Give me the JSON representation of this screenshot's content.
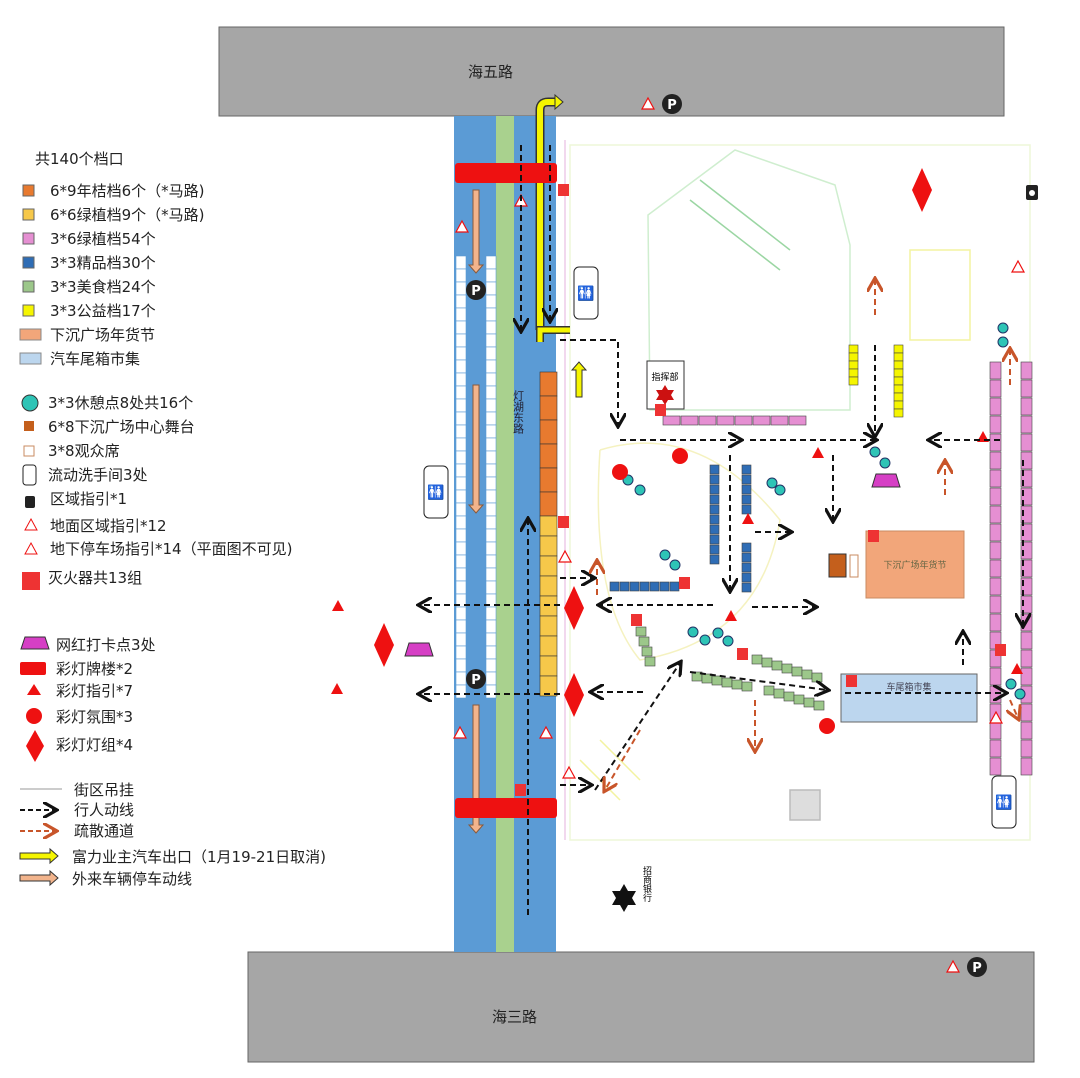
{
  "roads": {
    "top": "海五路",
    "bottom": "海三路",
    "vertical": "灯湖东路"
  },
  "places": {
    "command": "指挥部",
    "sunken_fair": "下沉广场年货节",
    "trunk_market": "车尾箱市集",
    "bank": "招商银行"
  },
  "legend": {
    "total": "共140个档口",
    "stalls": [
      {
        "label": "6*9年桔档6个（*马路)",
        "color": "#e87a2f"
      },
      {
        "label": "6*6绿植档9个（*马路)",
        "color": "#f6c84a"
      },
      {
        "label": "3*6绿植档54个",
        "color": "#e58fd2"
      },
      {
        "label": "3*3精品档30个",
        "color": "#2f6db5"
      },
      {
        "label": "3*3美食档24个",
        "color": "#9cc78a"
      },
      {
        "label": "3*3公益档17个",
        "color": "#f5f500"
      },
      {
        "label": "下沉广场年货节",
        "color": "#f2a67a"
      },
      {
        "label": "汽车尾箱市集",
        "color": "#bcd6ee"
      }
    ],
    "facilities": [
      {
        "label": "3*3休憩点8处共16个",
        "icon": "rest-point-icon"
      },
      {
        "label": "6*8下沉广场中心舞台",
        "icon": "stage-icon"
      },
      {
        "label": "3*8观众席",
        "icon": "audience-seat-icon"
      },
      {
        "label": "流动洗手间3处",
        "icon": "toilet-icon"
      },
      {
        "label": "区域指引*1",
        "icon": "trash-bin-icon"
      },
      {
        "label": "地面区域指引*12",
        "icon": "ground-guide-triangle-icon"
      },
      {
        "label": "地下停车场指引*14（平面图不可见)",
        "icon": "underground-parking-triangle-icon"
      },
      {
        "label": "灭火器共13组",
        "icon": "fire-extinguisher-icon"
      }
    ],
    "lights": [
      {
        "label": "网红打卡点3处",
        "icon": "photo-spot-icon"
      },
      {
        "label": "彩灯牌楼*2",
        "icon": "light-arch-icon"
      },
      {
        "label": "彩灯指引*7",
        "icon": "light-guide-icon"
      },
      {
        "label": "彩灯氛围*3",
        "icon": "light-ambience-icon"
      },
      {
        "label": "彩灯灯组*4",
        "icon": "light-group-icon"
      }
    ],
    "lines": [
      {
        "label": "街区吊挂",
        "icon": "street-hanging-line-icon"
      },
      {
        "label": "行人动线",
        "icon": "pedestrian-route-icon"
      },
      {
        "label": "疏散通道",
        "icon": "evacuation-route-icon"
      },
      {
        "label": "富力业主汽车出口（1月19-21日取消)",
        "icon": "owner-exit-arrow-icon"
      },
      {
        "label": "外来车辆停车动线",
        "icon": "visitor-parking-arrow-icon"
      }
    ]
  },
  "colors": {
    "road": "#a6a6a6",
    "lane": "#5b9bd5",
    "median": "#a9d18e",
    "red": "#ee1111",
    "teal": "#2ec4b6",
    "pink": "#e58fd2"
  }
}
